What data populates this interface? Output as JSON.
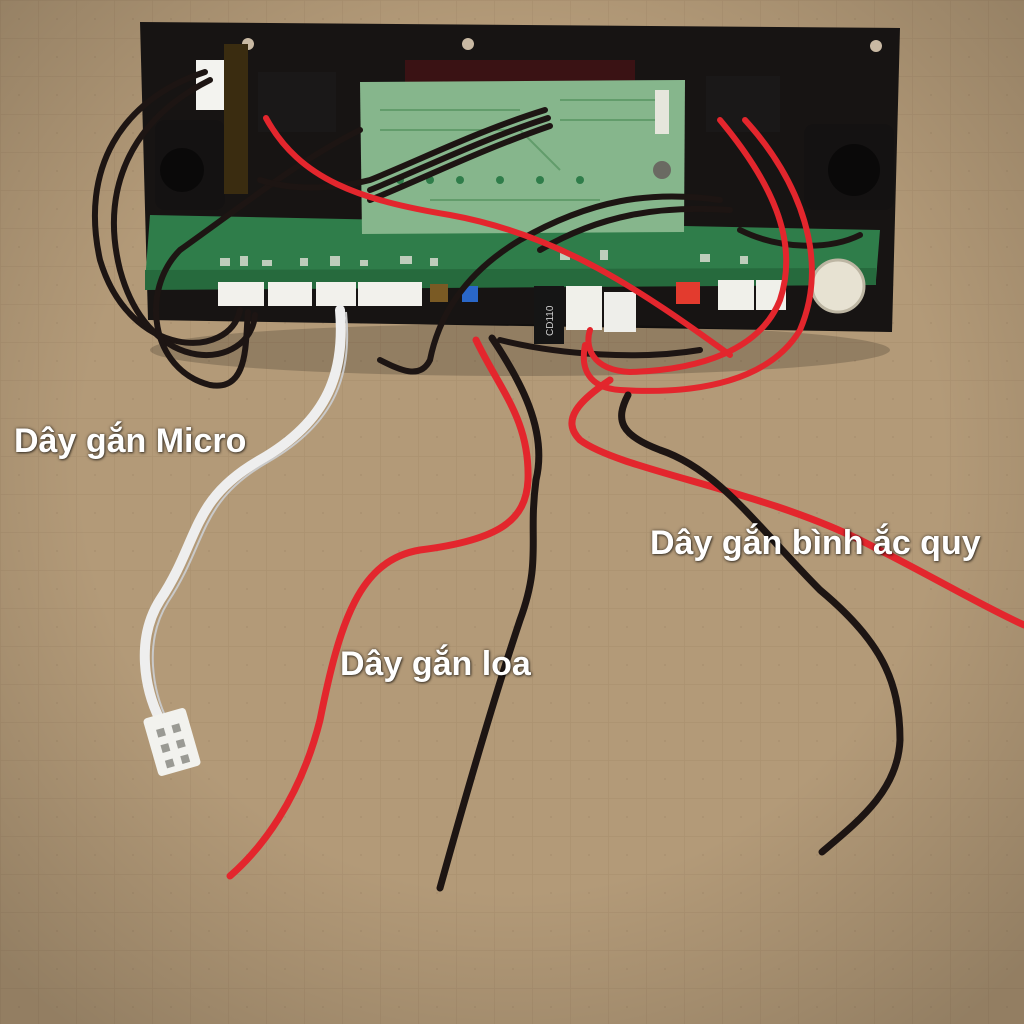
{
  "labels": {
    "micro": "Dây gắn Micro",
    "speaker": "Dây gắn loa",
    "battery": "Dây gắn bình ắc quy"
  },
  "pcb_text": {
    "chip": "CD110"
  },
  "colors": {
    "cardboard": "#b39a78",
    "panel": "#151312",
    "pcb_green": "#2f7d4a",
    "display_board": "#86b68c",
    "wire_red": "#e3262d",
    "wire_black": "#1d1513",
    "wire_white": "#eeeeee"
  }
}
